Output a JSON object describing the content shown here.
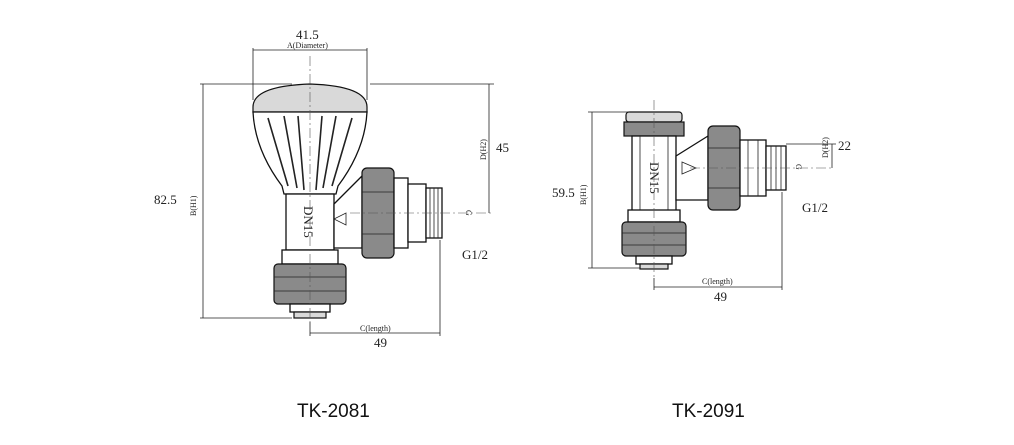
{
  "valves": [
    {
      "model": "TK-2081",
      "valve_marking": "DN15",
      "dimensions": {
        "diameter_value": "41.5",
        "diameter_label": "A(Diameter)",
        "height_value": "82.5",
        "height_label": "B(H1)",
        "drop_value": "45",
        "drop_label": "D(H2)",
        "length_value": "49",
        "length_label": "C(length)",
        "thread": "G1/2",
        "thread_small": "G"
      }
    },
    {
      "model": "TK-2091",
      "valve_marking": "DN15",
      "dimensions": {
        "height_value": "59.5",
        "height_label": "B(H1)",
        "drop_value": "22",
        "drop_label": "D(H2)",
        "length_value": "49",
        "length_label": "C(length)",
        "thread": "G1/2",
        "thread_small": "G"
      }
    }
  ]
}
